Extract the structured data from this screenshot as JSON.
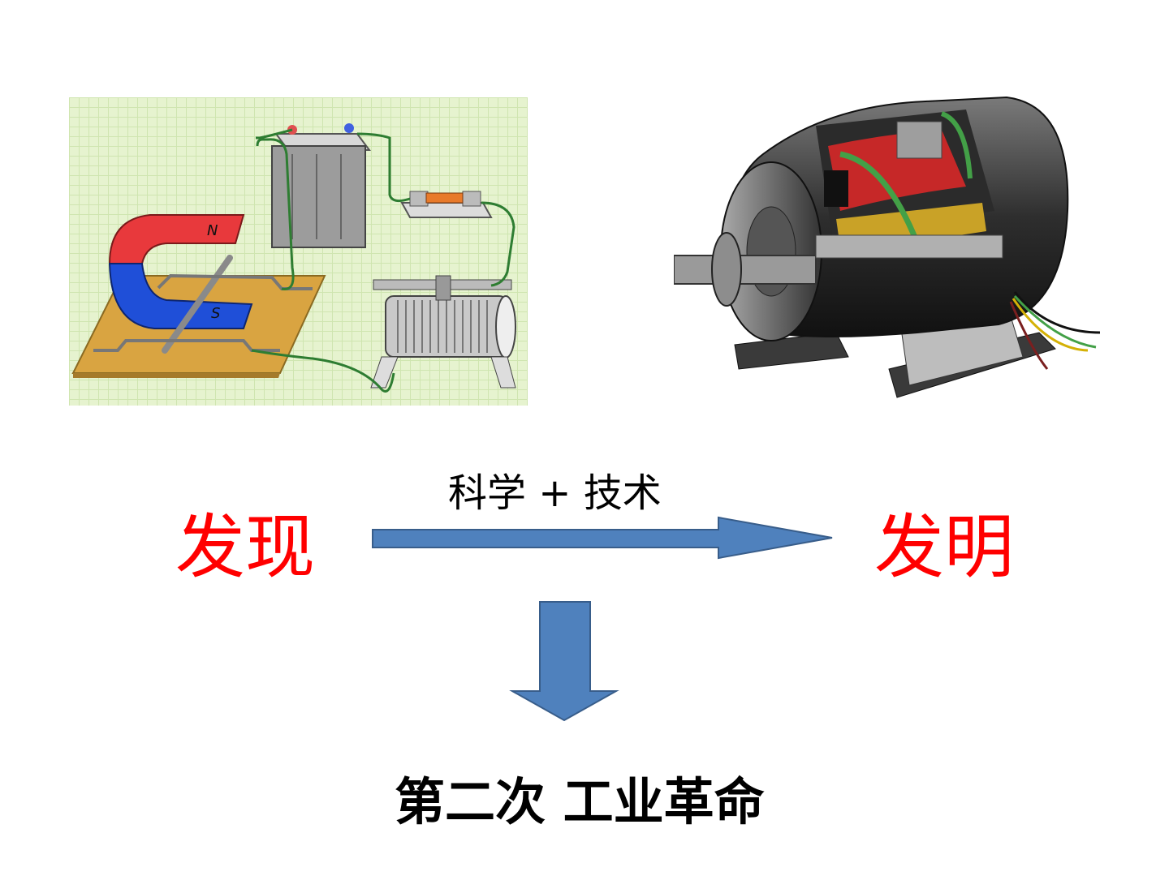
{
  "slide": {
    "left_term": "发现",
    "right_term": "发明",
    "arrow_label": "科学 + 技术",
    "conclusion": "第二次  工业革命",
    "magnet_north": "N",
    "magnet_south": "S"
  },
  "colors": {
    "term": "#ff0000",
    "arrow_fill": "#4f81bd",
    "arrow_stroke": "#385d8a",
    "grid_background": "#e6f3cf"
  }
}
